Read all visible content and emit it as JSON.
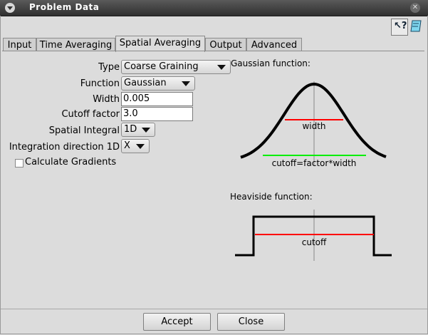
{
  "window": {
    "title": "Problem Data",
    "menu_icon": "chevron-down-icon",
    "close_icon": "close-icon",
    "close_glyph": "✕"
  },
  "toolbar": {
    "help_icon": "context-help-icon",
    "help_glyph": "↖?",
    "book_icon": "book-icon"
  },
  "tabs": [
    {
      "label": "Input"
    },
    {
      "label": "Time Averaging"
    },
    {
      "label": "Spatial Averaging"
    },
    {
      "label": "Output"
    },
    {
      "label": "Advanced"
    }
  ],
  "active_tab": "Spatial Averaging",
  "form": {
    "type_label": "Type",
    "type_value": "Coarse Graining",
    "function_label": "Function",
    "function_value": "Gaussian",
    "width_label": "Width",
    "width_value": "0.005",
    "cutoff_label": "Cutoff factor",
    "cutoff_value": "3.0",
    "integral_label": "Spatial Integral",
    "integral_value": "1D",
    "direction_label": "Integration direction 1D",
    "direction_value": "X",
    "gradients_label": "Calculate Gradients",
    "gradients_checked": false
  },
  "figures": {
    "gaussian_title": "Gaussian function:",
    "gaussian_width_label": "width",
    "gaussian_cutoff_label": "cutoff=factor*width",
    "heaviside_title": "Heaviside function:",
    "heaviside_cutoff_label": "cutoff",
    "colors": {
      "curve": "#000000",
      "width_line": "#ff0000",
      "cutoff_line": "#00ee00",
      "axis": "#888888"
    }
  },
  "buttons": {
    "accept": "Accept",
    "close": "Close"
  }
}
